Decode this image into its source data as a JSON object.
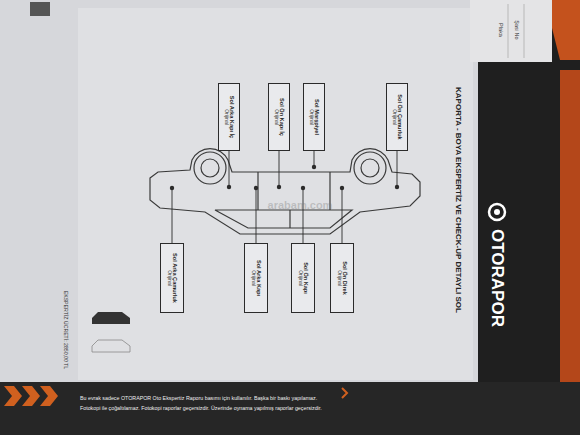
{
  "diagram": {
    "title": "KAPORTA - BOYA EKSPERTİZ VE CHECK-UP DETAYLI SOL",
    "nodes": [
      {
        "text": [
          "Sol Arka Kapı İç",
          "Orijinal"
        ]
      },
      {
        "text": [
          "Sol Ön Kapı İç",
          "Orijinal"
        ]
      },
      {
        "text": [
          "Sol Marşpiyel",
          "Orijinal"
        ]
      },
      {
        "text": [
          "Sol Ön Çamurluk",
          "Orijinal"
        ]
      },
      {
        "text": [
          "Sol Arka Çamurluk",
          "Orijinal"
        ]
      },
      {
        "text": [
          "Sol Arka Kapı",
          "Orijinal"
        ]
      },
      {
        "text": [
          "Sol Ön Kapı",
          "Orijinal"
        ]
      },
      {
        "text": [
          "Sol Ön Direk",
          "Orijinal"
        ]
      }
    ],
    "labels": [
      "OTORAPOR",
      "Plaka",
      "Şasi No",
      "arabam.com",
      "EKSPERTİZ ÜCRETİ: 2850,00 TL",
      "Bu evrak sadece OTORAPOR Oto Ekspertiz Raporu basımı için kullanılır. Başka bir baskı yapılamaz.",
      "Fotokopi ile çoğaltılamaz. Fotokopi raporlar geçersizdir. Üzerinde oynama yapılmış raporlar geçersizdir."
    ]
  }
}
